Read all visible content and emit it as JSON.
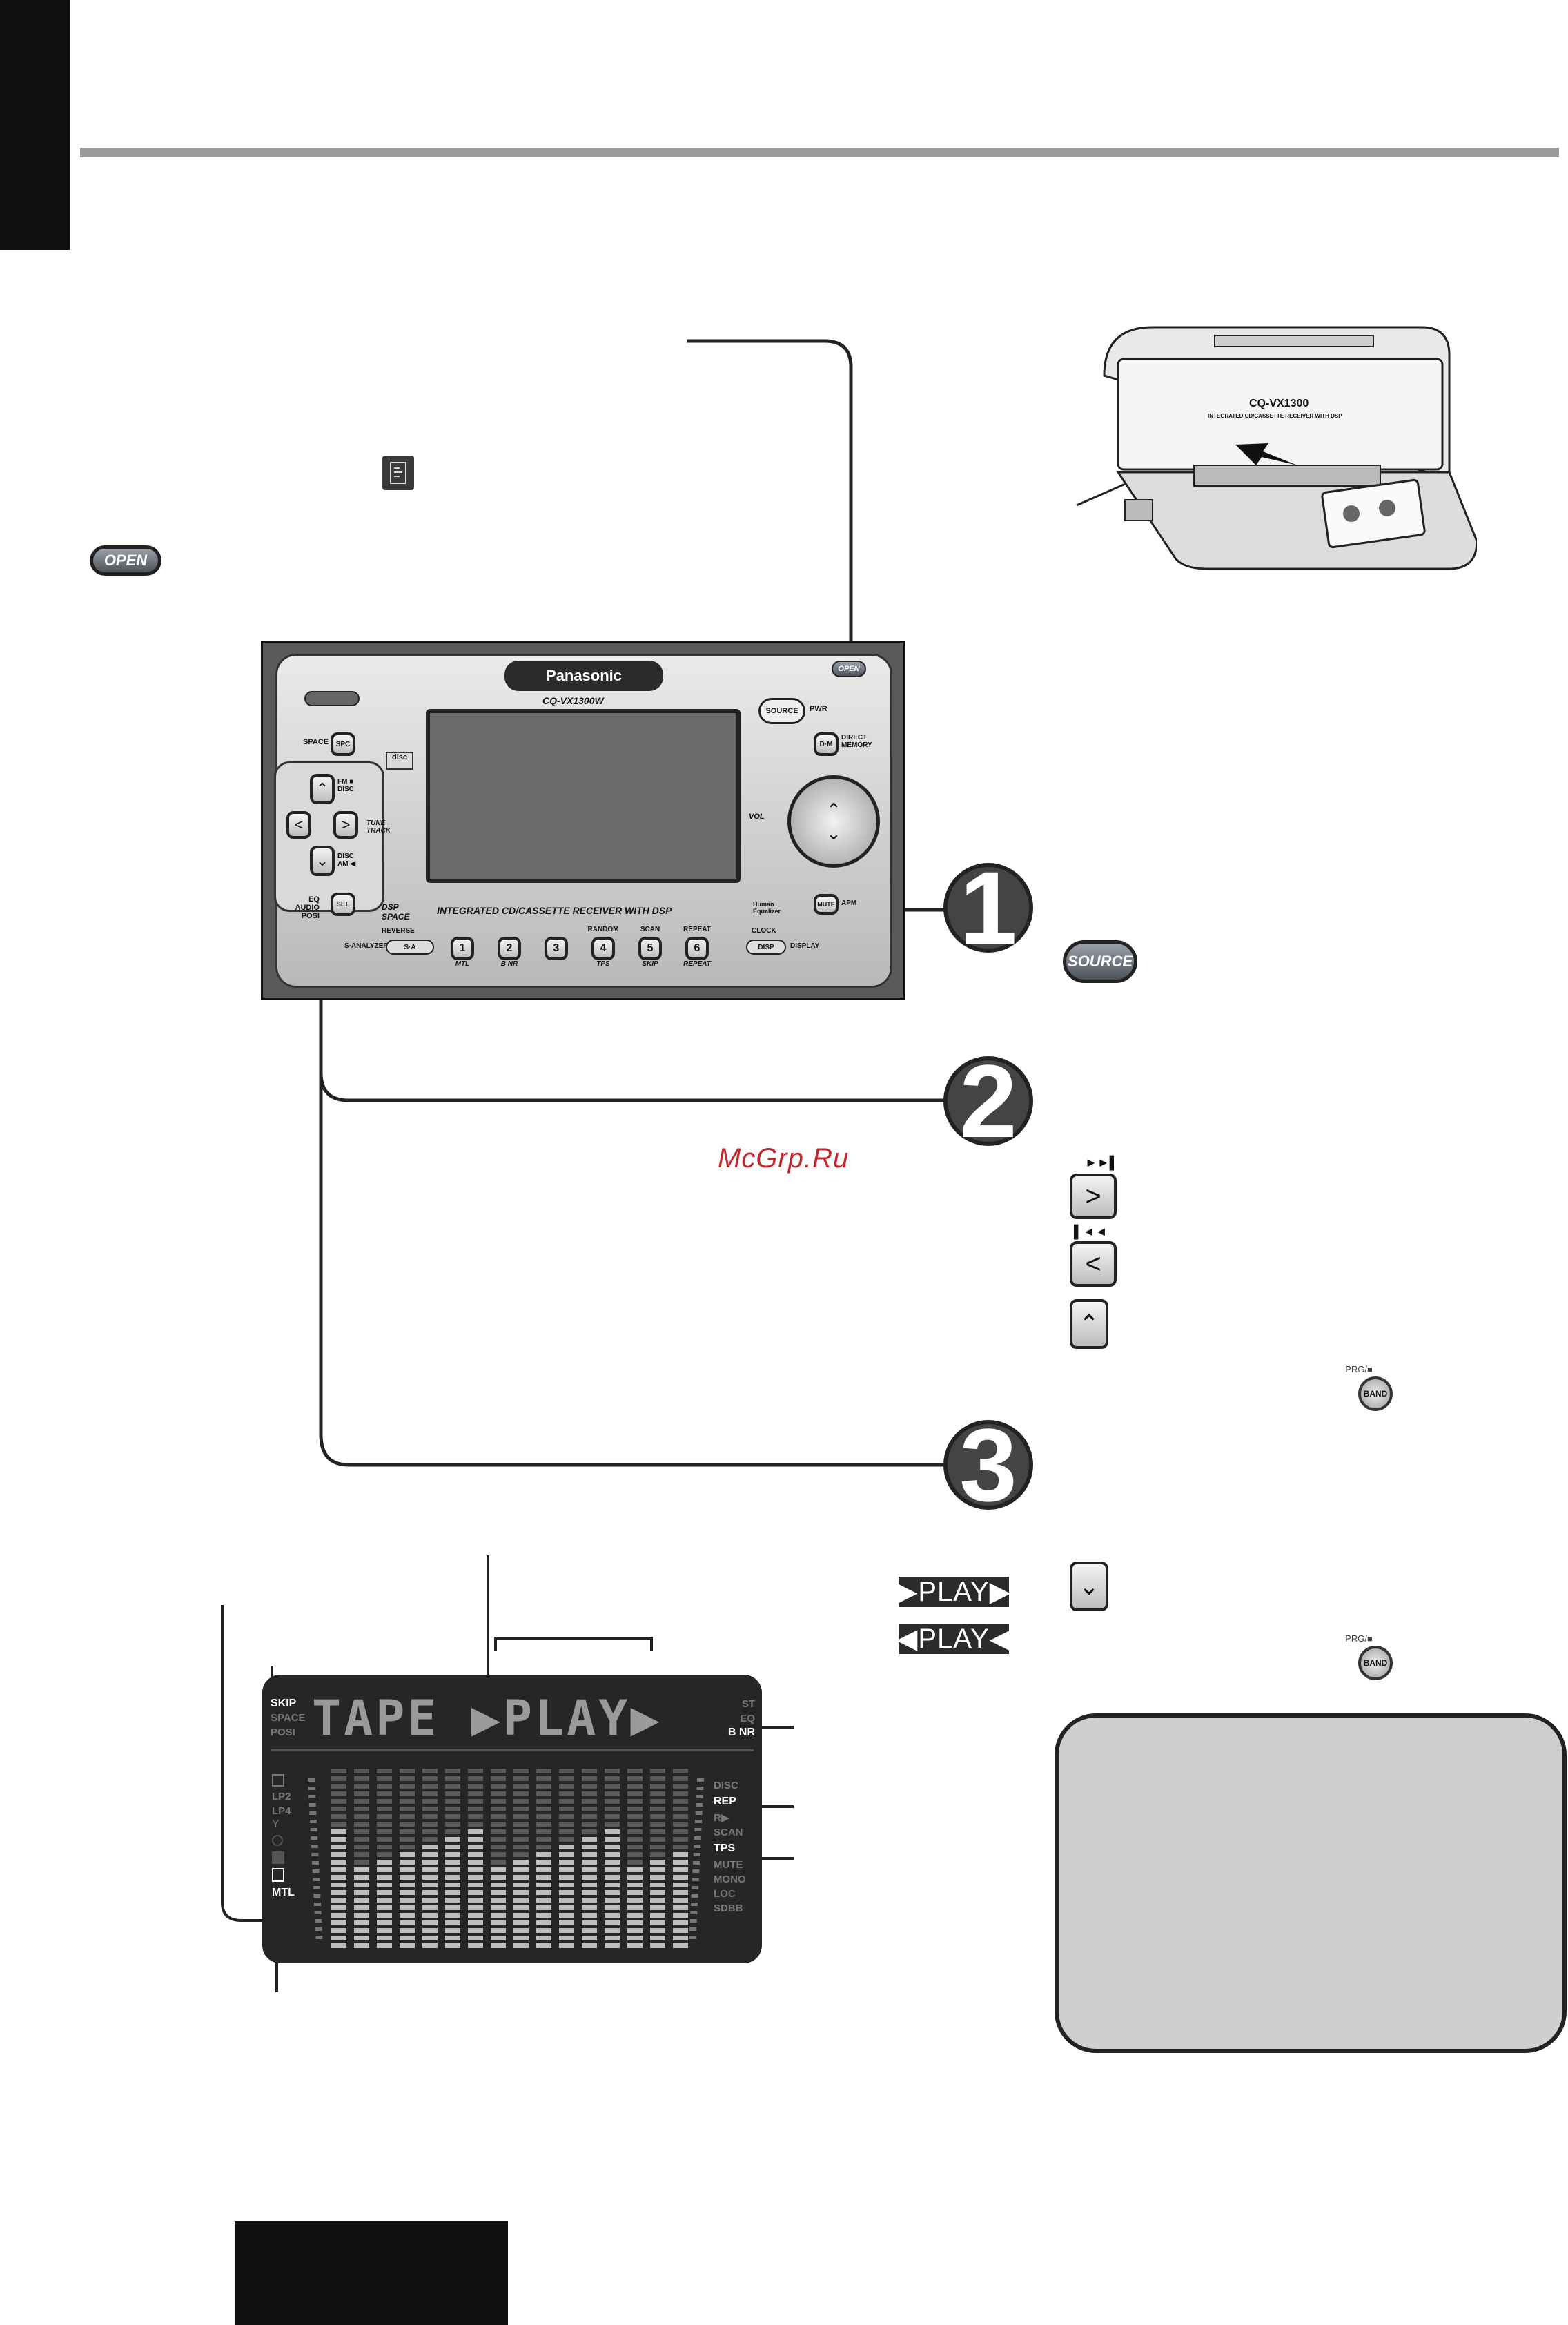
{
  "watermark": "McGrp.Ru",
  "panel": {
    "brand": "Panasonic",
    "model": "CQ-VX1300W",
    "open_btn": "OPEN",
    "source_btn": "SOURCE",
    "pwr": "PWR",
    "space": "SPACE",
    "spc": "SPC",
    "dm": "D·M",
    "direct_memory": "DIRECT MEMORY",
    "fm_disc": "FM ■ DISC",
    "disc_am": "DISC AM ◀",
    "tune_track": "TUNE TRACK",
    "vol": "VOL",
    "eq_audio_posi": "EQ AUDIO POSI",
    "sel": "SEL",
    "mute": "MUTE",
    "apm": "APM",
    "dsp_space": "DSP SPACE",
    "receiver_text": "INTEGRATED CD/CASSETTE RECEIVER WITH DSP",
    "human_equalizer": "Human Equalizer",
    "s_analyzer": "S·ANALYZER",
    "reverse": "REVERSE",
    "sa": "S·A",
    "presets": [
      {
        "top": "",
        "num": "1",
        "bottom": "MTL"
      },
      {
        "top": "",
        "num": "2",
        "bottom": "B NR"
      },
      {
        "top": "",
        "num": "3",
        "bottom": ""
      },
      {
        "top": "RANDOM",
        "num": "4",
        "bottom": "TPS"
      },
      {
        "top": "SCAN",
        "num": "5",
        "bottom": "SKIP"
      },
      {
        "top": "REPEAT",
        "num": "6",
        "bottom": "REPEAT"
      }
    ],
    "clock": "CLOCK",
    "disp": "DISP",
    "display": "DISPLAY"
  },
  "steps": [
    "1",
    "2",
    "3"
  ],
  "side_buttons": {
    "source": "SOURCE",
    "ffwd_icon": "►►▌",
    "rew_icon": "▌◄◄",
    "prg_label": "PRG/■",
    "band": "BAND"
  },
  "lcd": {
    "main_text": "TAPE ▶PLAY▶",
    "left_top": [
      "SKIP",
      "SPACE",
      "POSI"
    ],
    "left_mid": [
      "LP2",
      "LP4"
    ],
    "mtl": "MTL",
    "right_top": [
      "ST",
      "EQ",
      "B NR"
    ],
    "right_list": [
      "DISC",
      "REP",
      "R▶",
      "SCAN",
      "TPS",
      "MUTE",
      "MONO",
      "LOC",
      "SDBB"
    ]
  },
  "play_forward": "▶PLAY▶",
  "play_reverse": "◀PLAY◀",
  "open_small": "OPEN",
  "illustration": {
    "model": "CQ-VX1300",
    "subtitle": "INTEGRATED CD/CASSETTE RECEIVER WITH DSP"
  }
}
